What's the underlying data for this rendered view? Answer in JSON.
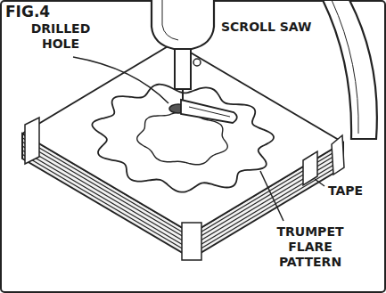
{
  "diagram": {
    "labels": [
      "FIG.4",
      "DRILLED HOLE",
      "SCROLL SAW",
      "TAPE",
      "TRUMPET FLARE PATTERN"
    ]
  }
}
